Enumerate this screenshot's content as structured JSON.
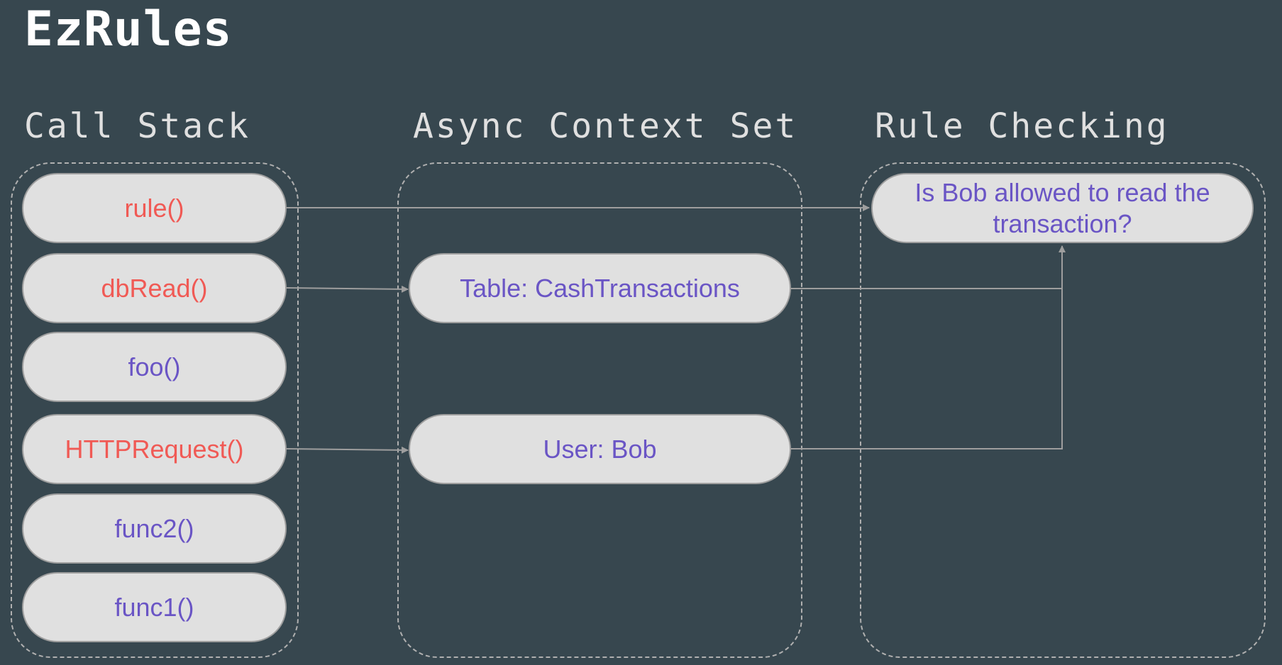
{
  "title": "EzRules",
  "columns": {
    "call_stack": "Call Stack",
    "async_context": "Async Context Set",
    "rule_checking": "Rule Checking"
  },
  "call_stack": [
    {
      "label": "rule()",
      "color": "#f05a55"
    },
    {
      "label": "dbRead()",
      "color": "#f05a55"
    },
    {
      "label": "foo()",
      "color": "#6a55c5"
    },
    {
      "label": "HTTPRequest()",
      "color": "#f05a55"
    },
    {
      "label": "func2()",
      "color": "#6a55c5"
    },
    {
      "label": "func1()",
      "color": "#6a55c5"
    }
  ],
  "async_context": [
    {
      "label": "Table: CashTransactions"
    },
    {
      "label": "User: Bob"
    }
  ],
  "rule_checking": {
    "question": "Is Bob allowed to read the transaction?"
  },
  "colors": {
    "background": "#37474f",
    "pill": "#e0e0e0",
    "highlight": "#f05a55",
    "normal": "#6a55c5",
    "connector": "#9e9e9e"
  }
}
